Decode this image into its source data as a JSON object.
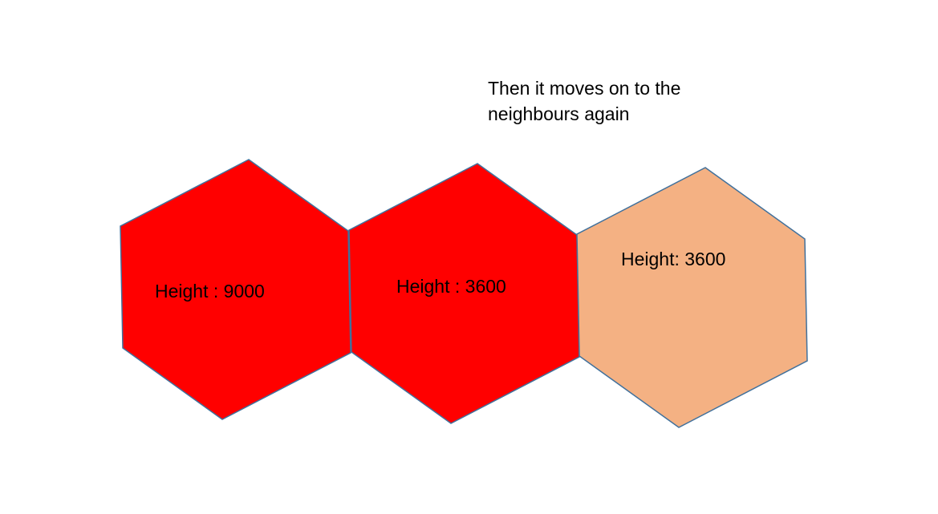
{
  "caption": {
    "line1": "Then it moves on to the",
    "line2": "neighbours again"
  },
  "hexagons": [
    {
      "label": "Height : 9000",
      "fill": "#ff0000"
    },
    {
      "label": "Height : 3600",
      "fill": "#ff0000"
    },
    {
      "label": "Height: 3600",
      "fill": "#f4b183"
    }
  ],
  "stroke_color": "#41719c"
}
